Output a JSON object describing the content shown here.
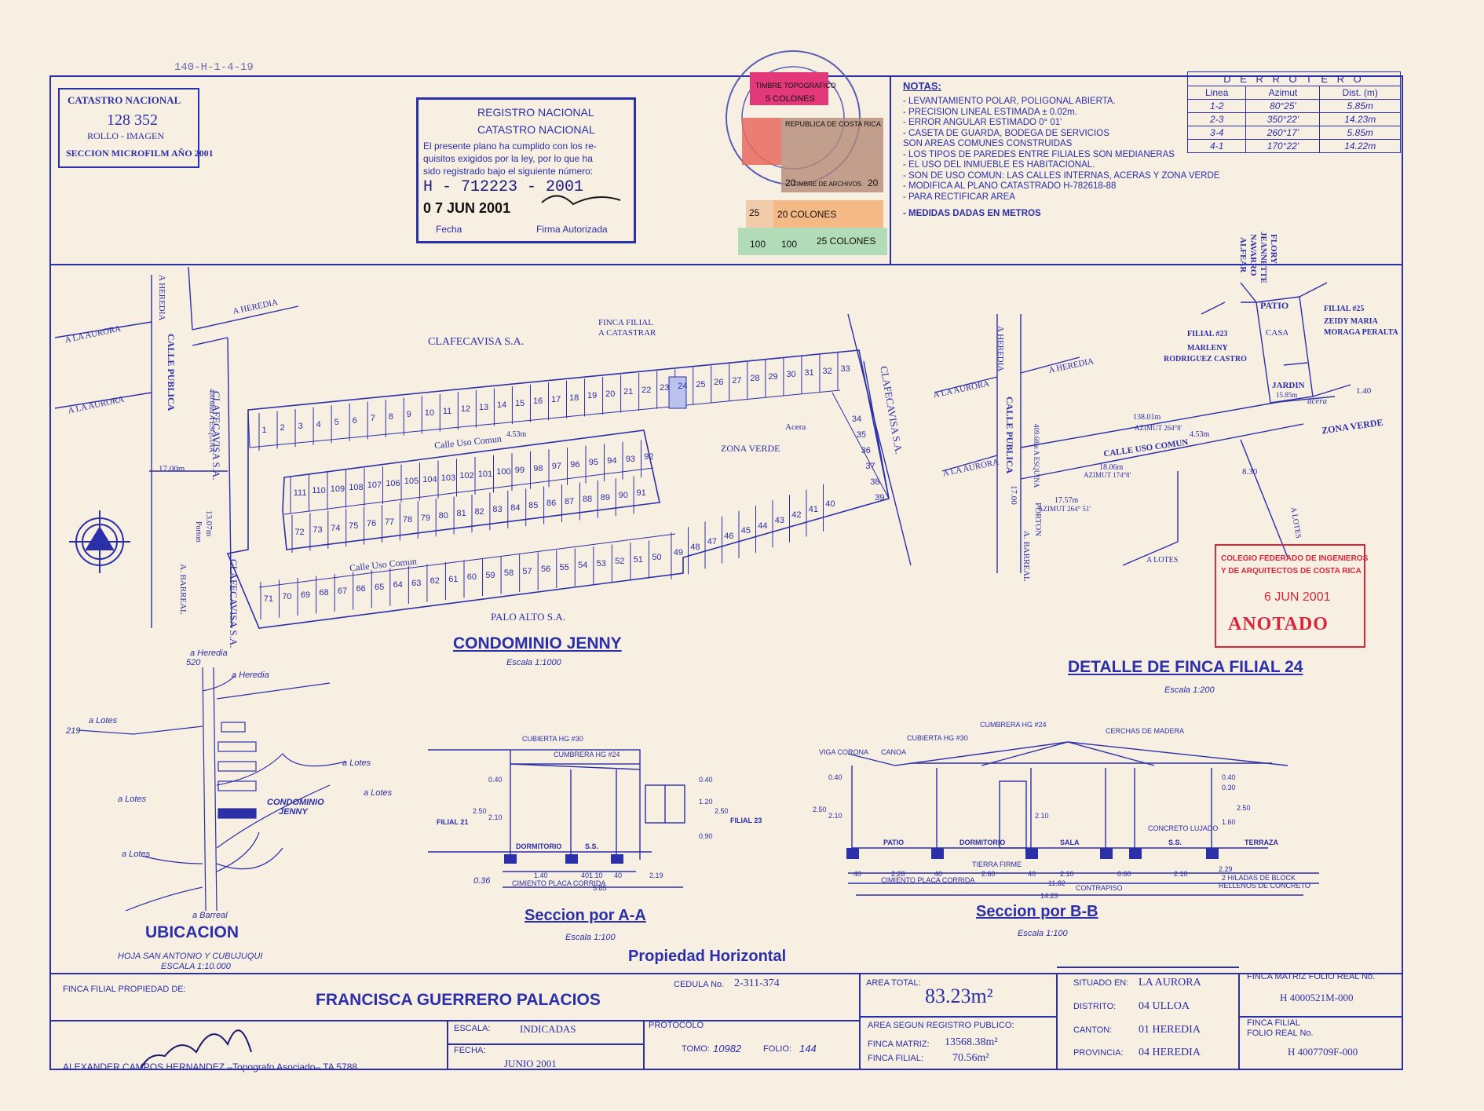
{
  "header": {
    "top_note": "140-H-1-4-19",
    "catastro_stamp": {
      "title": "CATASTRO NACIONAL",
      "number": "128 352",
      "rollo": "ROLLO - IMAGEN",
      "seccion": "SECCION MICROFILM AÑO 2001"
    },
    "registro_stamp": {
      "line1": "REGISTRO NACIONAL",
      "line2": "CATASTRO NACIONAL",
      "body1": "El presente plano ha cumplido con los re-",
      "body2": "quisitos exigidos por la ley, por lo que ha",
      "body3": "sido registrado bajo el siguiente número:",
      "number": "H - 712223 - 2001",
      "date": "0 7 JUN 2001",
      "fecha_label": "Fecha",
      "firma_label": "Firma Autorizada"
    },
    "timbres": {
      "t1": "TIMBRE TOPOGRAFICO",
      "t1b": "5 COLONES",
      "t2": "REPUBLICA DE COSTA RICA",
      "t3": "TIMBRE DE ARCHIVOS",
      "v20a": "20",
      "v20b": "20",
      "v25": "25",
      "t4": "20 COLONES",
      "t5": "25 COLONES",
      "v100a": "100",
      "v100b": "100"
    }
  },
  "notas": {
    "title": "NOTAS:",
    "items": [
      "- LEVANTAMIENTO POLAR, POLIGONAL ABIERTA.",
      "- PRECISION LINEAL ESTIMADA ± 0.02m.",
      "- ERROR ANGULAR ESTIMADO 0° 01'",
      "- CASETA DE GUARDA, BODEGA DE SERVICIOS",
      "SON AREAS COMUNES CONSTRUIDAS",
      "- LOS TIPOS DE PAREDES ENTRE FILIALES SON MEDIANERAS",
      "- EL USO DEL INMUEBLE ES HABITACIONAL.",
      "- SON DE USO COMUN: LAS CALLES INTERNAS, ACERAS Y ZONA VERDE",
      "- MODIFICA AL PLANO CATASTRADO H-782618-88",
      "- PARA RECTIFICAR AREA"
    ],
    "last": "- MEDIDAS DADAS EN METROS"
  },
  "derrotero": {
    "title": "D E R R O T E R O",
    "headers": [
      "Linea",
      "Azimut",
      "Dist. (m)"
    ],
    "rows": [
      [
        "1-2",
        "80°25'",
        "5.85m"
      ],
      [
        "2-3",
        "350°22'",
        "14.23m"
      ],
      [
        "3-4",
        "260°17'",
        "5.85m"
      ],
      [
        "4-1",
        "170°22'",
        "14.22m"
      ]
    ]
  },
  "plan": {
    "clafecavisa_top": "CLAFECAVISA S.A.",
    "clafecavisa_left": "CLAFECAVISA S.A.",
    "clafecavisa_left2": "CLAFECAVISA S.A.",
    "clafecavisa_right": "CLAFECAVISA S.A.",
    "palo_alto": "PALO ALTO S.A.",
    "finca_filial": "FINCA FILIAL",
    "a_catastrar": "A CATASTRAR",
    "calle_uso_comun": "Calle Uso Comun",
    "calle_uso_comun2": "Calle Uso Comun",
    "width_453": "4.53m",
    "zona_verde": "ZONA VERDE",
    "acera": "Acera",
    "a_heredia": "A HEREDIA",
    "a_heredia2": "A HEREDIA",
    "a_la_aurora": "A LA AURORA",
    "a_la_aurora2": "A LA AURORA",
    "calle_publica": "CALLE PUBLICA",
    "a_esquina": "409.68m A ESQUINA",
    "d1700": "17.00m",
    "d1307": "13.07m",
    "porton": "Porton",
    "a_barreal": "A. BARREAL",
    "title": "CONDOMINIO JENNY",
    "scale": "Escala 1:1000",
    "top_row": [
      "1",
      "2",
      "3",
      "4",
      "5",
      "6",
      "7",
      "8",
      "9",
      "10",
      "11",
      "12",
      "13",
      "14",
      "15",
      "16",
      "17",
      "18",
      "19",
      "20",
      "21",
      "22",
      "23",
      "24",
      "25",
      "26",
      "27",
      "28",
      "29",
      "30",
      "31",
      "32",
      "33"
    ],
    "right_col": [
      "34",
      "35",
      "36",
      "37",
      "38",
      "39"
    ],
    "mid_top": [
      "111",
      "110",
      "109",
      "108",
      "107",
      "106",
      "105",
      "104",
      "103",
      "102",
      "101",
      "100",
      "99",
      "98",
      "97",
      "96",
      "95",
      "94",
      "93",
      "92"
    ],
    "mid_bottom": [
      "72",
      "73",
      "74",
      "75",
      "76",
      "77",
      "78",
      "79",
      "80",
      "81",
      "82",
      "83",
      "84",
      "85",
      "86",
      "87",
      "88",
      "89",
      "90",
      "91"
    ],
    "bottom_row": [
      "71",
      "70",
      "69",
      "68",
      "67",
      "66",
      "65",
      "64",
      "63",
      "62",
      "61",
      "60",
      "59",
      "58",
      "57",
      "56",
      "55",
      "54",
      "53",
      "52",
      "51",
      "50"
    ],
    "bottom_right": [
      "49",
      "48",
      "47",
      "46",
      "45",
      "44",
      "43",
      "42",
      "41",
      "40"
    ]
  },
  "detalle": {
    "title": "DETALLE DE FINCA FILIAL 24",
    "scale": "Escala 1:200",
    "flory": "FLORY",
    "jeannette": "JEANNETTE",
    "navarro": "NAVARRO",
    "alfear": "ALFEAR",
    "patio": "PATIO",
    "casa": "CASA",
    "jardin": "JARDIN",
    "acera": "acera",
    "filial23": "FILIAL #23",
    "marleny": "MARLENY",
    "rodriguez": "RODRIGUEZ CASTRO",
    "filial25": "FILIAL #25",
    "zeidy": "ZEIDY MARIA",
    "moraga": "MORAGA PERALTA",
    "zona_verde": "ZONA VERDE",
    "calle": "CALLE USO COMUN",
    "w453": "4.53m",
    "d13801": "138.01m",
    "az2648": "AZIMUT 264°8'",
    "d1806": "18.06m",
    "az1748": "AZIMUT 174°8'",
    "d1757": "17.57m",
    "az26451": "AZIMUT 264° 51'",
    "d830": "8.30",
    "d140": "1.40",
    "d1585": "15.85m",
    "a_heredia": "A HEREDIA",
    "a_heredia2": "A HEREDIA",
    "a_la_aurora": "A LA AURORA",
    "a_la_aurora2": "A LA AURORA",
    "calle_publica": "CALLE PUBLICA",
    "esquina": "409.68m A ESQUINA",
    "d1700": "17.00",
    "porton": "PORTON",
    "barreal": "A. BARREAL",
    "a_lotes": "A LOTES",
    "a_lotes2": "A LOTES"
  },
  "colegio_stamp": {
    "line1": "COLEGIO FEDERADO DE INGENIEROS",
    "line2": "Y DE ARQUITECTOS DE COSTA RICA",
    "date": "6 JUN 2001",
    "anotado": "ANOTADO"
  },
  "ubicacion": {
    "title": "UBICACION",
    "hoja": "HOJA SAN ANTONIO Y CUBUJUQUI",
    "escala": "ESCALA 1:10.000",
    "a_heredia": "a Heredia",
    "a_heredia2": "a Heredia",
    "n520": "520",
    "n219": "219",
    "a_lotes": "a Lotes",
    "a_lotes2": "a Lotes",
    "a_lotes3": "a Lotes",
    "a_lotes4": "a Lotes",
    "a_lotes5": "a Lotes",
    "condominio": "CONDOMINIO",
    "jenny": "JENNY",
    "a_barreal": "a Barreal"
  },
  "seccion_a": {
    "title": "Seccion por A-A",
    "scale": "Escala 1:100",
    "cumbrera": "CUMBRERA HG #24",
    "cubierta": "CUBIERTA HG #30",
    "filial21": "FILIAL 21",
    "filial23": "FILIAL 23",
    "dormitorio": "DORMITORIO",
    "ss": "S.S.",
    "cimiento": "CIMIENTO PLACA CORRIDA",
    "d040": "0.40",
    "d040b": "0.40",
    "d250": "2.50",
    "d210": "2.10",
    "d120": "1.20",
    "d250b": "2.50",
    "d090": "0.90",
    "d140": "1.40",
    "d110": "1.10",
    "d219": "2.19",
    "d585": "5.85",
    "d036": "0.36",
    "d40a": "40",
    "d40b": "40"
  },
  "seccion_b": {
    "title": "Seccion por B-B",
    "scale": "Escala 1:100",
    "cumbrera": "CUMBRERA HG #24",
    "cubierta": "CUBIERTA HG #30",
    "cerchas": "CERCHAS DE MADERA",
    "viga": "VIGA CORONA",
    "canoa": "CANOA",
    "patio": "PATIO",
    "dormitorio": "DORMITORIO",
    "sala": "SALA",
    "concreto": "CONCRETO LUJADO",
    "ss": "S.S.",
    "terraza": "TERRAZA",
    "tierra": "TIERRA FIRME",
    "cimiento": "CIMIENTO PLACA CORRIDA",
    "contrapiso": "CONTRAPISO",
    "hiladas": "2 HILADAS DE BLOCK",
    "rellenos": "RELLENOS DE CONCRETO",
    "d040": "0.40",
    "d250": "2.50",
    "d210": "2.10",
    "d210b": "2.10",
    "d040b": "0.40",
    "d030": "0.30",
    "d250b": "2.50",
    "d160": "1.60",
    "d228": "2.28",
    "d260": "2.60",
    "d210c": "2.10",
    "d060": "0.60",
    "d210d": "2.10",
    "d229": "2.29",
    "d1182": "11.82",
    "d1423": "14.23",
    "d40": "40",
    "d40b": "40",
    "d40c": "40"
  },
  "propiedad": "Propiedad Horizontal",
  "title_block": {
    "finca_label": "FINCA FILIAL PROPIEDAD DE:",
    "owner": "FRANCISCA GUERRERO PALACIOS",
    "cedula_label": "CEDULA No.",
    "cedula": "2-311-374",
    "area_total_label": "AREA TOTAL:",
    "area_total": "83.23m²",
    "situado_label": "SITUADO EN:",
    "situado": "LA AURORA",
    "distrito_label": "DISTRITO:",
    "distrito": "04 ULLOA",
    "canton_label": "CANTON:",
    "canton": "01 HEREDIA",
    "provincia_label": "PROVINCIA:",
    "provincia": "04 HEREDIA",
    "finca_matriz_label": "FINCA MATRIZ  FOLIO REAL No.",
    "finca_matriz": "H 4000521M-000",
    "finca_filial_label": "FINCA FILIAL",
    "folio_real_label": "FOLIO REAL No.",
    "finca_filial": "H 4007709F-000",
    "escala_label": "ESCALA:",
    "escala": "INDICADAS",
    "fecha_label": "FECHA:",
    "fecha": "JUNIO 2001",
    "protocolo_label": "PROTOCOLO",
    "tomo_label": "TOMO:",
    "tomo": "10982",
    "folio_label": "FOLIO:",
    "folio": "144",
    "area_registro_label": "AREA SEGUN REGISTRO PUBLICO:",
    "finca_matriz_area_label": "FINCA MATRIZ:",
    "finca_matriz_area": "13568.38m²",
    "finca_filial_area_label": "FINCA FILIAL:",
    "finca_filial_area": "70.56m²",
    "surveyor": "ALEXANDER CAMPOS HERNANDEZ  –Topografo Asociado–  TA 5788"
  },
  "colors": {
    "ink": "#2b2fa8",
    "paper": "#f7efe2",
    "stamp_red": "#d8263a",
    "highlight": "#b9c3ee"
  }
}
